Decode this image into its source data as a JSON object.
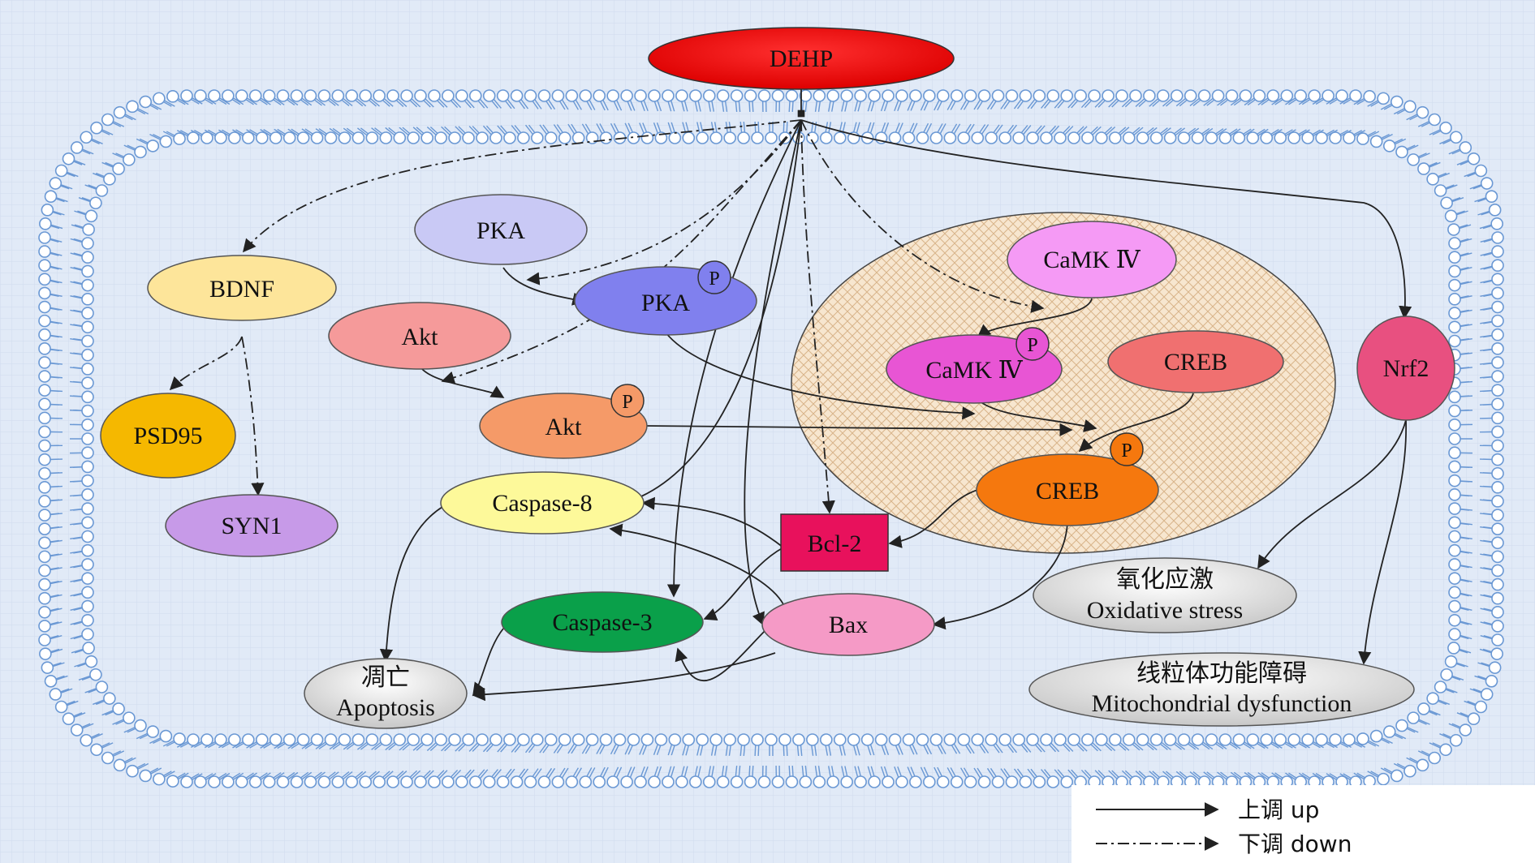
{
  "nodes": {
    "dehp": "DEHP",
    "pka": "PKA",
    "p_pka": "PKA",
    "bdnf": "BDNF",
    "psd95": "PSD95",
    "syn1": "SYN1",
    "akt": "Akt",
    "p_akt": "Akt",
    "caspase8": "Caspase-8",
    "caspase3": "Caspase-3",
    "apoptosis_cn": "凋亡",
    "apoptosis_en": "Apoptosis",
    "bcl2": "Bcl-2",
    "bax": "Bax",
    "camk4": "CaMK Ⅳ",
    "p_camk4": "CaMK Ⅳ",
    "creb": "CREB",
    "p_creb": "CREB",
    "nrf2": "Nrf2",
    "oxidative_cn": "氧化应激",
    "oxidative_en": "Oxidative stress",
    "mito_cn": "线粒体功能障碍",
    "mito_en": "Mitochondrial dysfunction"
  },
  "phospho_marker": "P",
  "legend": {
    "up": "上调 up",
    "down": "下调 down"
  },
  "colors": {
    "dehp": "#ee1111",
    "pka": "#c9c9f5",
    "p_pka": "#8080ee",
    "bdnf": "#fde59a",
    "psd95": "#f5b800",
    "syn1": "#c79ae8",
    "akt": "#f59a9a",
    "p_akt": "#f59a68",
    "caspase8": "#fdf99a",
    "caspase3": "#0aa04a",
    "bcl2": "#e8115c",
    "bax": "#f59ac6",
    "camk4": "#f59af5",
    "p_camk4": "#e855d4",
    "creb": "#f07070",
    "p_creb": "#f5780e",
    "nrf2": "#e85080",
    "nucleus": "#f6e2c8",
    "membrane": "#6a98d4",
    "background": "#dfe9f7"
  }
}
